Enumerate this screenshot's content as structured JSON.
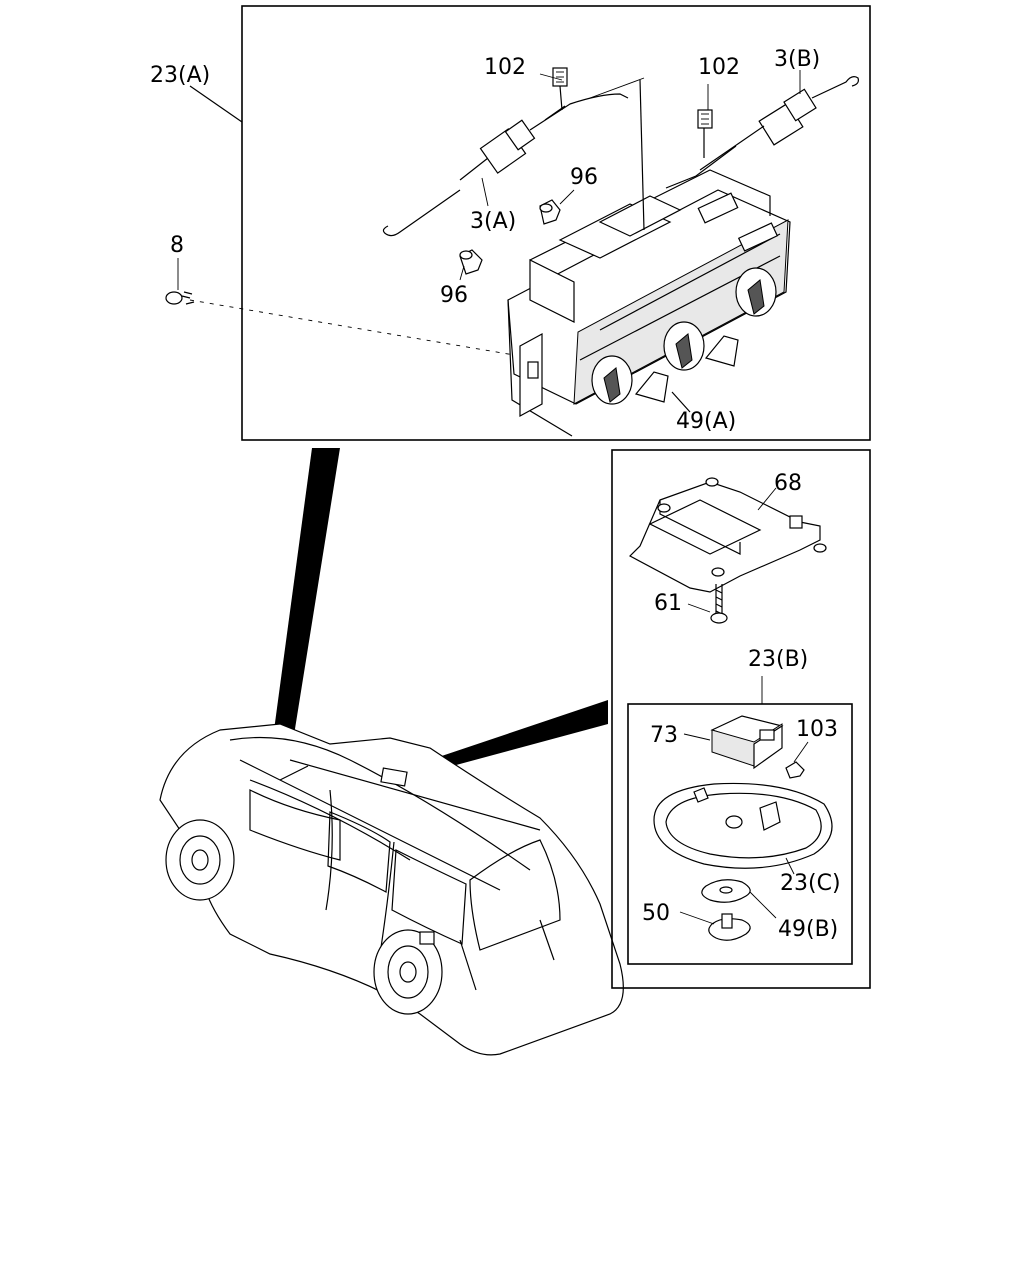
{
  "callouts": {
    "c_23A": "23(A)",
    "c_102a": "102",
    "c_102b": "102",
    "c_3B": "3(B)",
    "c_96a": "96",
    "c_3A": "3(A)",
    "c_8": "8",
    "c_96b": "96",
    "c_49A": "49(A)",
    "c_68": "68",
    "c_61": "61",
    "c_23B": "23(B)",
    "c_73": "73",
    "c_103": "103",
    "c_23C": "23(C)",
    "c_50": "50",
    "c_49B": "49(B)"
  }
}
